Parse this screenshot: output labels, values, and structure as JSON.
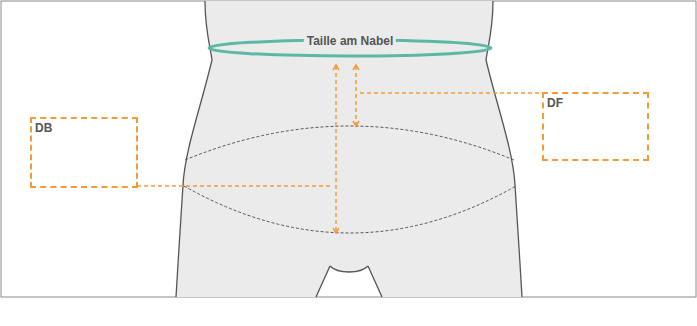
{
  "diagram": {
    "nodes": [
      {
        "text": [
          "DB"
        ]
      },
      {
        "text": [
          "DF"
        ]
      }
    ],
    "labels": [
      "Taille am Nabel"
    ]
  }
}
